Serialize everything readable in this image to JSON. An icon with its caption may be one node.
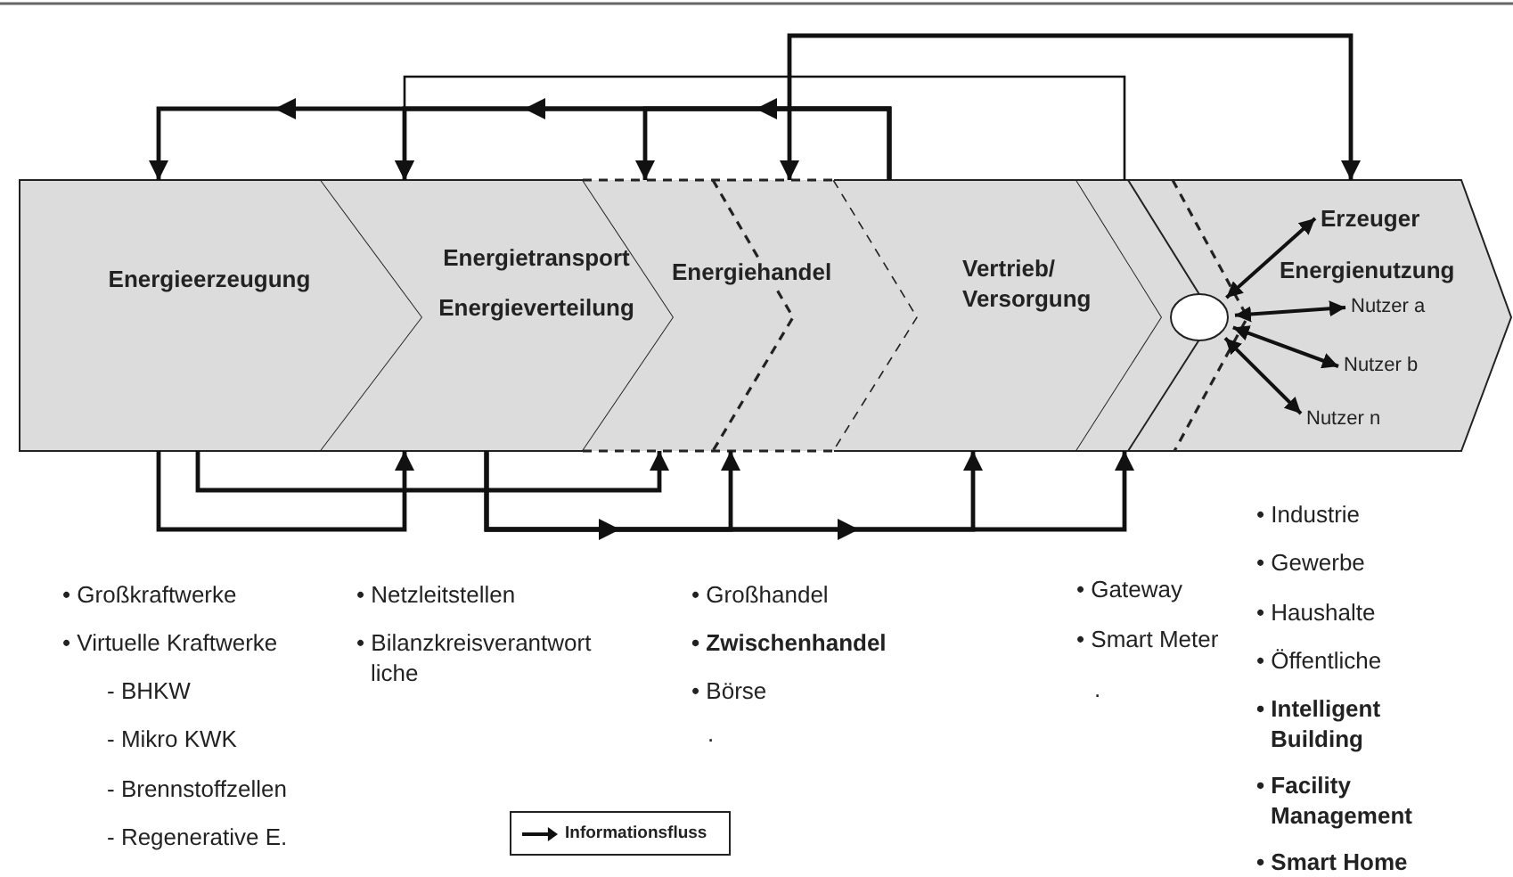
{
  "diagram": {
    "nodes": [
      {
        "text": [
          "Energieerzeugung"
        ]
      },
      {
        "text": [
          "Energietransport",
          "Energieverteilung"
        ]
      },
      {
        "text": [
          "Energiehandel"
        ]
      },
      {
        "text": [
          "Vertrieb/ Versorgung"
        ]
      },
      {
        "text": [],
        "shape": "band"
      },
      {
        "text": [
          "Energienutzung"
        ]
      },
      {
        "text": [],
        "shape": "circle"
      },
      {
        "text": [
          "Erzeuger"
        ],
        "in": 5
      },
      {
        "text": [
          "Nutzer a"
        ],
        "in": 5
      },
      {
        "text": [
          "Nutzer b"
        ],
        "in": 5
      },
      {
        "text": [
          "Nutzer n"
        ],
        "in": 5
      }
    ],
    "edges": [
      {
        "from": 3,
        "to": 0,
        "arrow": "to"
      },
      {
        "from": 3,
        "to": 1,
        "arrow": "to"
      },
      {
        "from": 3,
        "to": 2,
        "arrow": "to"
      },
      {
        "from": 4,
        "to": 1,
        "arrow": "to"
      },
      {
        "from": 2,
        "to": 5,
        "arrow": "both"
      },
      {
        "from": 0,
        "to": 1,
        "arrow": "to"
      },
      {
        "from": 0,
        "to": 2,
        "arrow": "to"
      },
      {
        "from": 1,
        "to": 2,
        "arrow": "to"
      },
      {
        "from": 1,
        "to": 3,
        "arrow": "to"
      },
      {
        "from": 1,
        "to": 4,
        "arrow": "to"
      },
      {
        "from": 6,
        "to": 7,
        "arrow": "both"
      },
      {
        "from": 6,
        "to": 8,
        "arrow": "both"
      },
      {
        "from": 6,
        "to": 9,
        "arrow": "both"
      },
      {
        "from": 6,
        "to": 10,
        "arrow": "both"
      }
    ],
    "labels": [
      "• Großkraftwerke",
      "• Virtuelle Kraftwerke",
      "- BHKW",
      "- Mikro KWK",
      "- Brennstoffzellen",
      "- Regenerative E.",
      "• Netzleitstellen",
      "• Bilanzkreisverantwort liche",
      "• Großhandel",
      "• Zwischenhandel",
      "• Börse",
      ".",
      "• Gateway",
      "• Smart Meter",
      ".",
      "• Industrie",
      "• Gewerbe",
      "• Haushalte",
      "• Öffentliche",
      "• Intelligent Building",
      "• Facility Management",
      "• Smart Home"
    ],
    "legend": [
      {
        "text": "Informationsfluss"
      }
    ]
  }
}
